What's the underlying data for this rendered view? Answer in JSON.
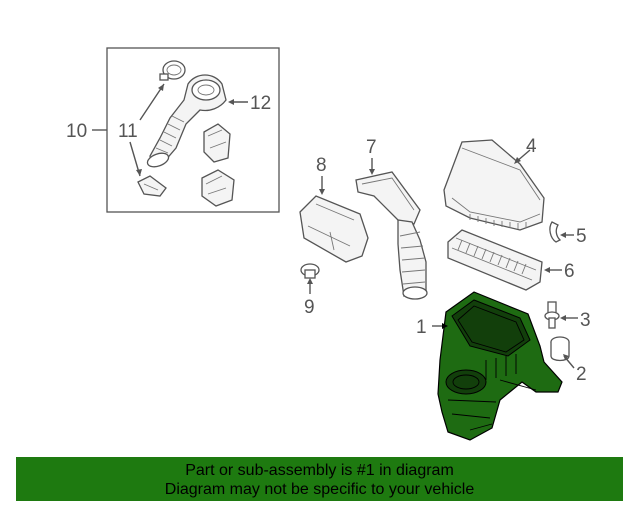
{
  "callouts": {
    "c1": "1",
    "c2": "2",
    "c3": "3",
    "c4": "4",
    "c5": "5",
    "c6": "6",
    "c7": "7",
    "c8": "8",
    "c9": "9",
    "c10": "10",
    "c11": "11",
    "c12": "12"
  },
  "banner": {
    "line1": "Part or sub-assembly is #1 in diagram",
    "line2": "Diagram may not be specific to your vehicle"
  },
  "colors": {
    "highlight": "#1e6b12",
    "banner": "#1e7a10"
  }
}
